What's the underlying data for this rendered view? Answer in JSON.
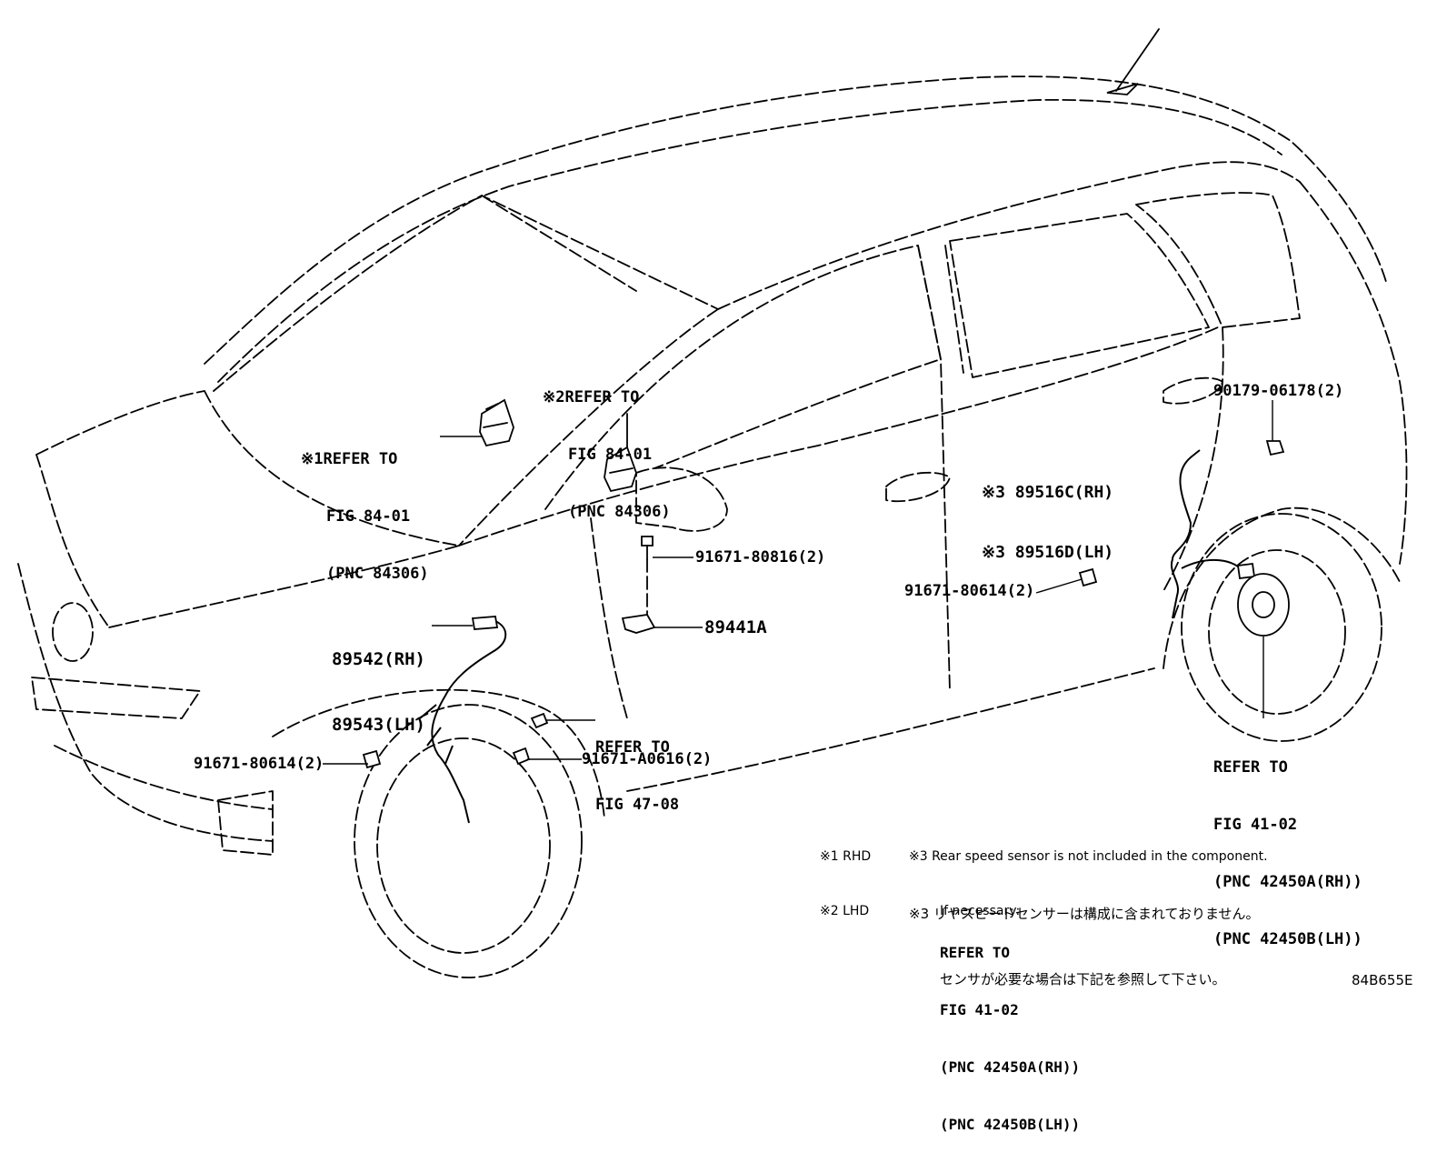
{
  "callouts": {
    "ref_rhd": {
      "mark": "※1",
      "lines": [
        "REFER TO",
        "FIG 84-01",
        "(PNC 84306)"
      ]
    },
    "ref_lhd": {
      "mark": "※2",
      "lines": [
        "REFER TO",
        "FIG 84-01",
        "(PNC 84306)"
      ]
    },
    "front_sensor": {
      "lines": [
        "89542(RH)",
        "89543(LH)"
      ]
    },
    "bolt_front_left": "91671-80614(2)",
    "ref_fig_47": {
      "lines": [
        "REFER TO",
        "FIG 47-08"
      ]
    },
    "bolt_a0616": "91671-A0616(2)",
    "bolt_80816": "91671-80816(2)",
    "sensor_89441": "89441A",
    "rear_sensor": {
      "lines": [
        "※3 89516C(RH)",
        "※3 89516D(LH)"
      ]
    },
    "nut_90179": "90179-06178(2)",
    "bolt_rear": "91671-80614(2)",
    "ref_fig_41": {
      "lines": [
        "REFER TO",
        "FIG 41-02",
        "(PNC 42450A(RH))",
        "(PNC 42450B(LH))"
      ]
    }
  },
  "notes": {
    "rhd": "※1 RHD",
    "lhd": "※2 LHD",
    "en": [
      "※3 Rear speed sensor is not included in the component.",
      "If necessary:"
    ],
    "jp": [
      "※3 リヤスピードセンサーは構成に含まれておりません。",
      "センサが必要な場合は下記を参照して下さい。"
    ],
    "ref": [
      "REFER TO",
      "FIG 41-02",
      "(PNC 42450A(RH))",
      "(PNC 42450B(LH))"
    ]
  },
  "figure_code": "84B655E"
}
